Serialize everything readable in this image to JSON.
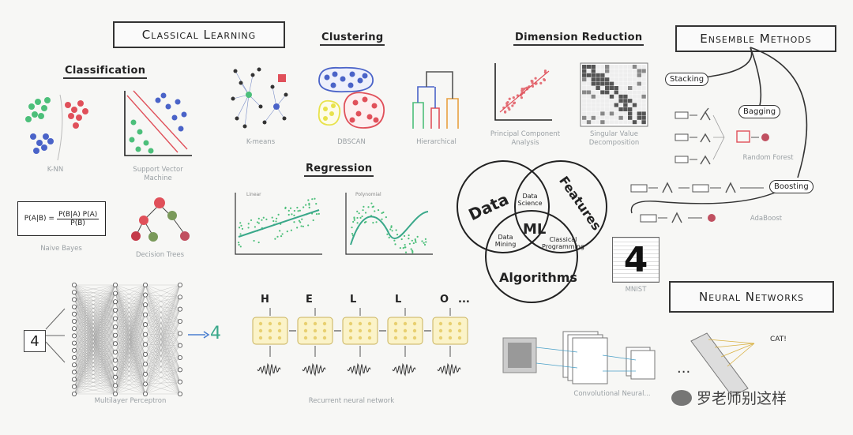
{
  "headers": {
    "classical_learning": "Classical Learning",
    "ensemble_methods": "Ensemble Methods",
    "neural_networks": "Neural Networks"
  },
  "sections": {
    "classification": "Classification",
    "clustering": "Clustering",
    "dimension_reduction": "Dimension Reduction",
    "regression": "Regression"
  },
  "captions": {
    "knn": "K-NN",
    "svm": "Support Vector Machine",
    "naive_bayes": "Naive Bayes",
    "decision_trees": "Decision Trees",
    "kmeans": "K-means",
    "dbscan": "DBSCAN",
    "hierarchical": "Hierarchical",
    "pca": "Principal Component Analysis",
    "svd": "Singular Value Decomposition",
    "random_forest": "Random Forest",
    "adaboost": "AdaBoost",
    "mnist": "MNIST",
    "mlp": "Multilayer Perceptron",
    "rnn": "Recurrent neural network",
    "cnn": "Convolutional Neural..."
  },
  "regression_plots": {
    "linear": "Linear",
    "polynomial": "Polynomial"
  },
  "bayes_formula": {
    "lhs": "P(A|B) =",
    "numerator": "P(B|A) P(A)",
    "denominator": "P(B)"
  },
  "venn": {
    "data": "Data",
    "features": "Features",
    "algorithms": "Algorithms",
    "data_science": "Data Science",
    "data_mining": "Data Mining",
    "classical_programming": "Classical Programming",
    "ml": "ML"
  },
  "ensemble": {
    "stacking": "Stacking",
    "bagging": "Bagging",
    "boosting": "Boosting"
  },
  "mlp_output": "4",
  "mnist_digit": "4",
  "mlp_input_digit": "4",
  "rnn_tokens": [
    "H",
    "E",
    "L",
    "L",
    "O",
    "..."
  ],
  "cnn_output": "CAT!",
  "watermark": "罗老师别这样",
  "colors": {
    "red": "#e0505a",
    "green": "#4cbf7a",
    "blue": "#4a63c8",
    "yellow": "#e8e24a",
    "teal": "#3aa88a"
  }
}
